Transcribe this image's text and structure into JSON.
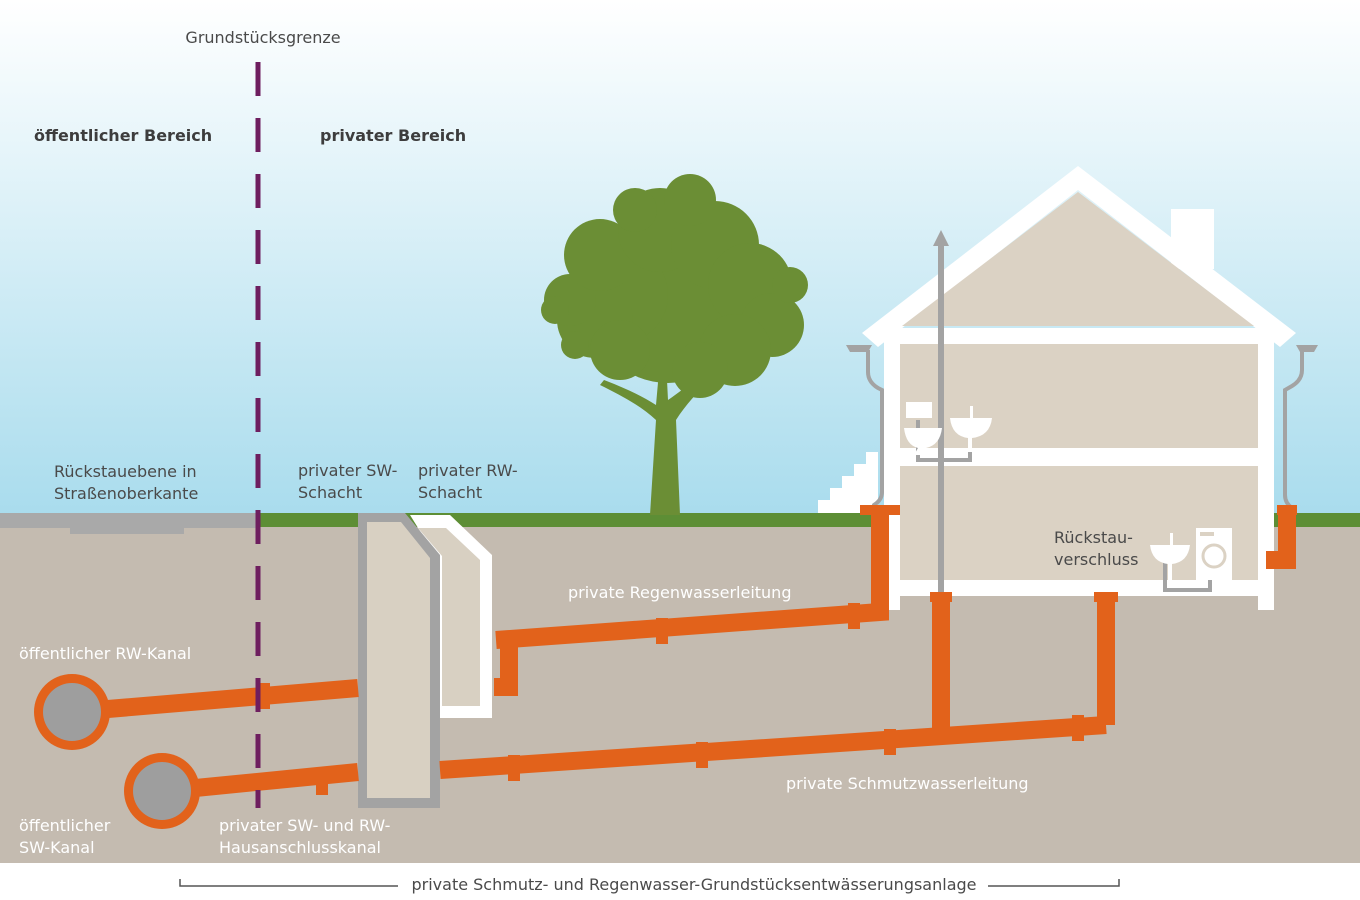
{
  "labels": {
    "boundary": "Grundstücksgrenze",
    "public_area": "öffentlicher Bereich",
    "private_area": "privater Bereich",
    "backflow_level": "Rückstauebene in\nStraßenoberkante",
    "private_sw_shaft": "privater SW-\nSchacht",
    "private_rw_shaft": "privater RW-\nSchacht",
    "backflow_valve": "Rückstau-\nverschluss",
    "rainwater_pipe": "private Regenwasserleitung",
    "public_rw_sewer": "öffentlicher RW-Kanal",
    "wastewater_pipe": "private Schmutzwasserleitung",
    "public_sw_sewer": "öffentlicher\nSW-Kanal",
    "connection_channel": "privater SW- und RW-\nHausanschlusskanal",
    "system_span": "private Schmutz- und Regenwasser-Grundstücksentwässerungsanlage"
  },
  "colors": {
    "sky_top": "#ffffff",
    "sky_bottom": "#a9dced",
    "ground": "#c4bbb0",
    "grass": "#5d8e35",
    "street": "#a9a9a9",
    "pipe": "#e2621b",
    "boundary_line": "#6e1e5f",
    "tree": "#6b8e35",
    "house_fill": "#dbd2c4",
    "house_outline": "#ffffff",
    "shaft_fill": "#d8d0c2",
    "grey_pipe": "#a3a3a3"
  },
  "icons": [
    "toilet-icon",
    "sink-icon",
    "washing-machine-icon",
    "vent-arrow-icon",
    "stairs-icon"
  ]
}
